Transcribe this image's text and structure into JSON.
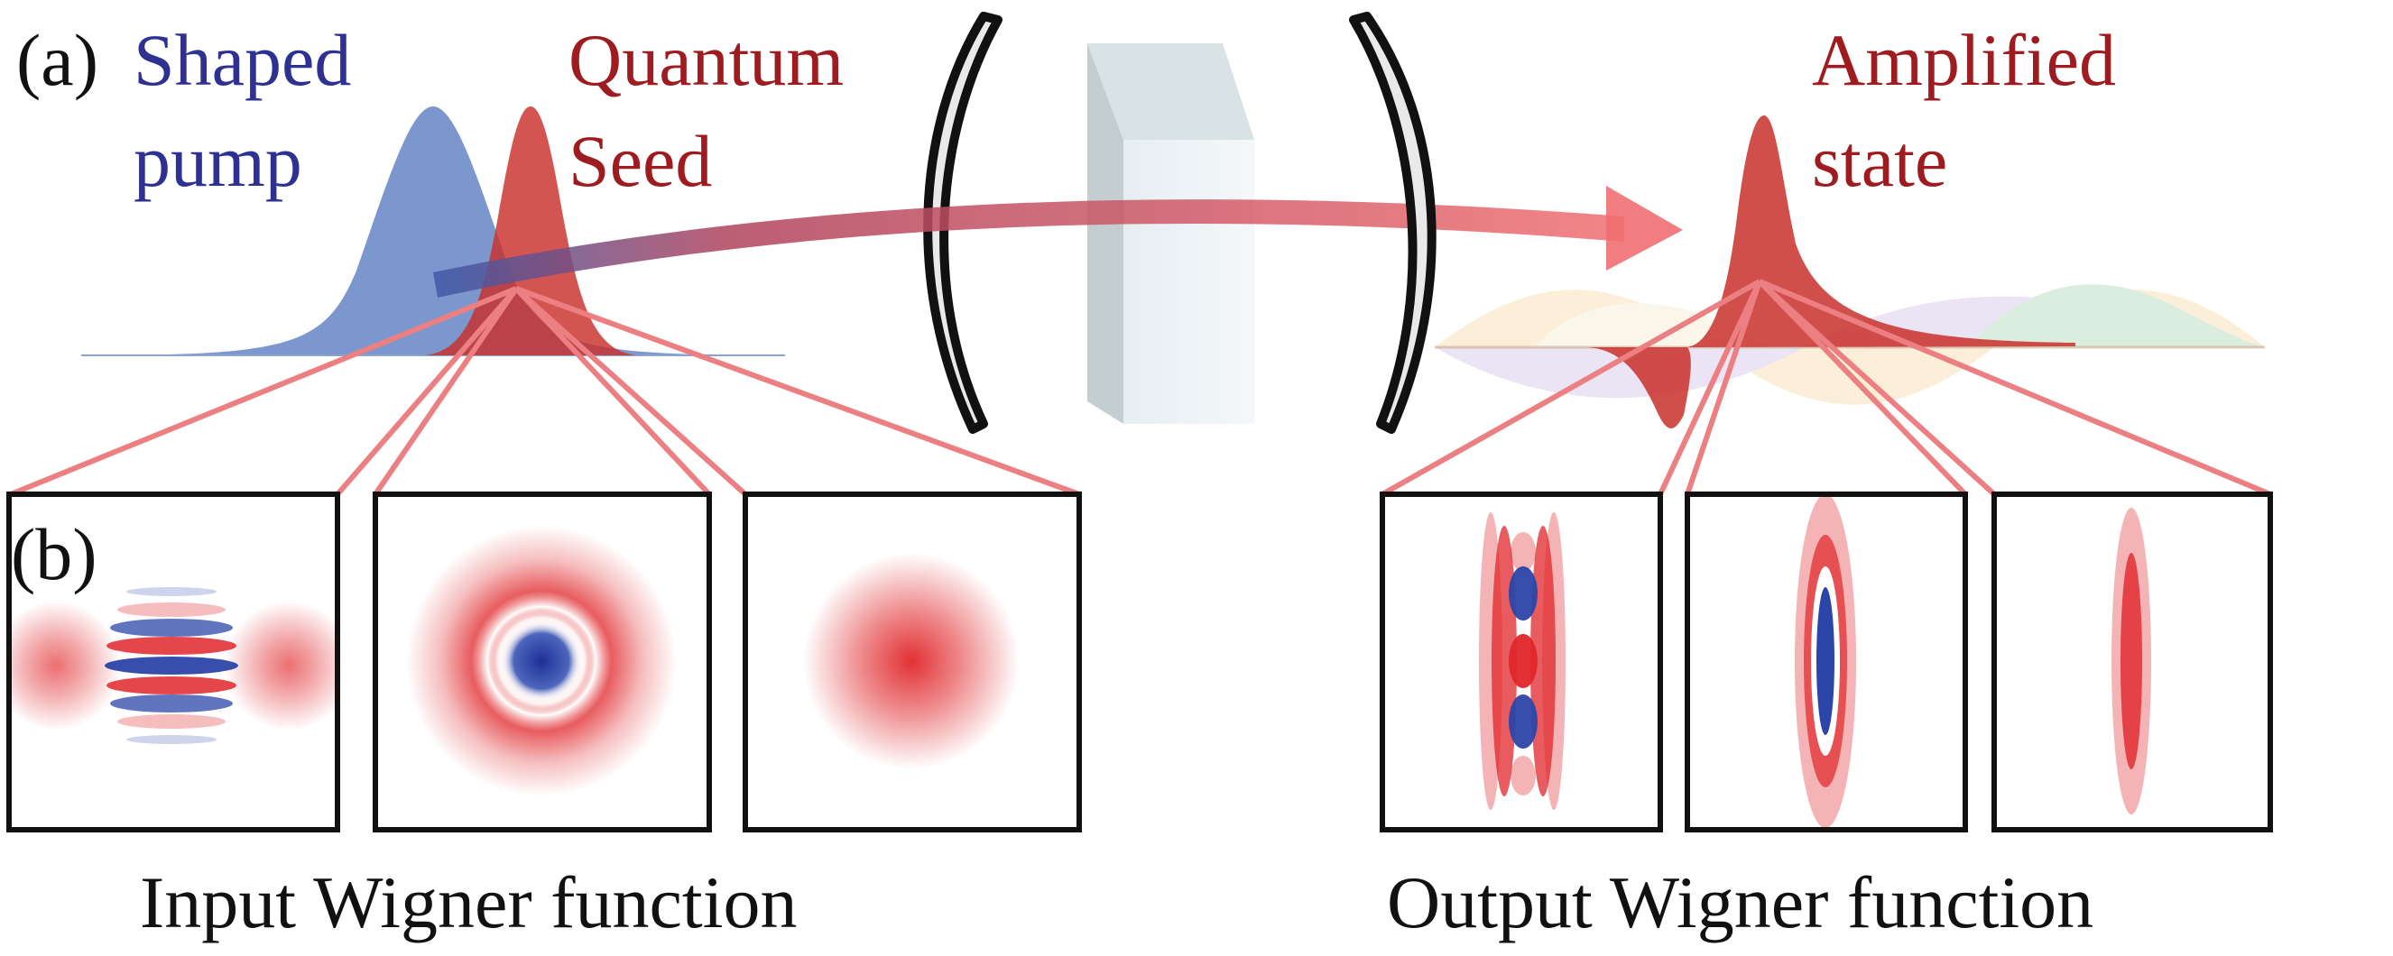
{
  "labels": {
    "panel_a": "(a)",
    "panel_b": "(b)",
    "pump": [
      "Shaped",
      "pump"
    ],
    "seed": [
      "Quantum",
      "Seed"
    ],
    "output": [
      "Amplified",
      "state"
    ],
    "input_caption": "Input Wigner function",
    "output_caption": "Output Wigner function"
  },
  "colors": {
    "pump": "#5b7dc1",
    "seed": "#c9302c",
    "arrow": "#e8686b",
    "positive": "#e0262a",
    "negative": "#2c45a8",
    "text_blue": "#2e3192",
    "text_red": "#9e1c20",
    "frame": "#111111"
  },
  "insets": {
    "input": [
      {
        "name": "cat-state",
        "icon": "wigner-cat-icon"
      },
      {
        "name": "fock-state",
        "icon": "wigner-ring-icon"
      },
      {
        "name": "thermal-state",
        "icon": "wigner-gaussian-icon"
      }
    ],
    "output": [
      {
        "name": "squeezed-cat-state",
        "icon": "wigner-squeezed-cat-icon"
      },
      {
        "name": "squeezed-fock-state",
        "icon": "wigner-squeezed-ring-icon"
      },
      {
        "name": "squeezed-state",
        "icon": "wigner-squeezed-gaussian-icon"
      }
    ]
  },
  "elements": {
    "mirror_left": "concave-mirror-icon",
    "mirror_right": "concave-mirror-icon",
    "crystal": "nonlinear-crystal-icon",
    "arrow": "amplification-arrow-icon"
  }
}
